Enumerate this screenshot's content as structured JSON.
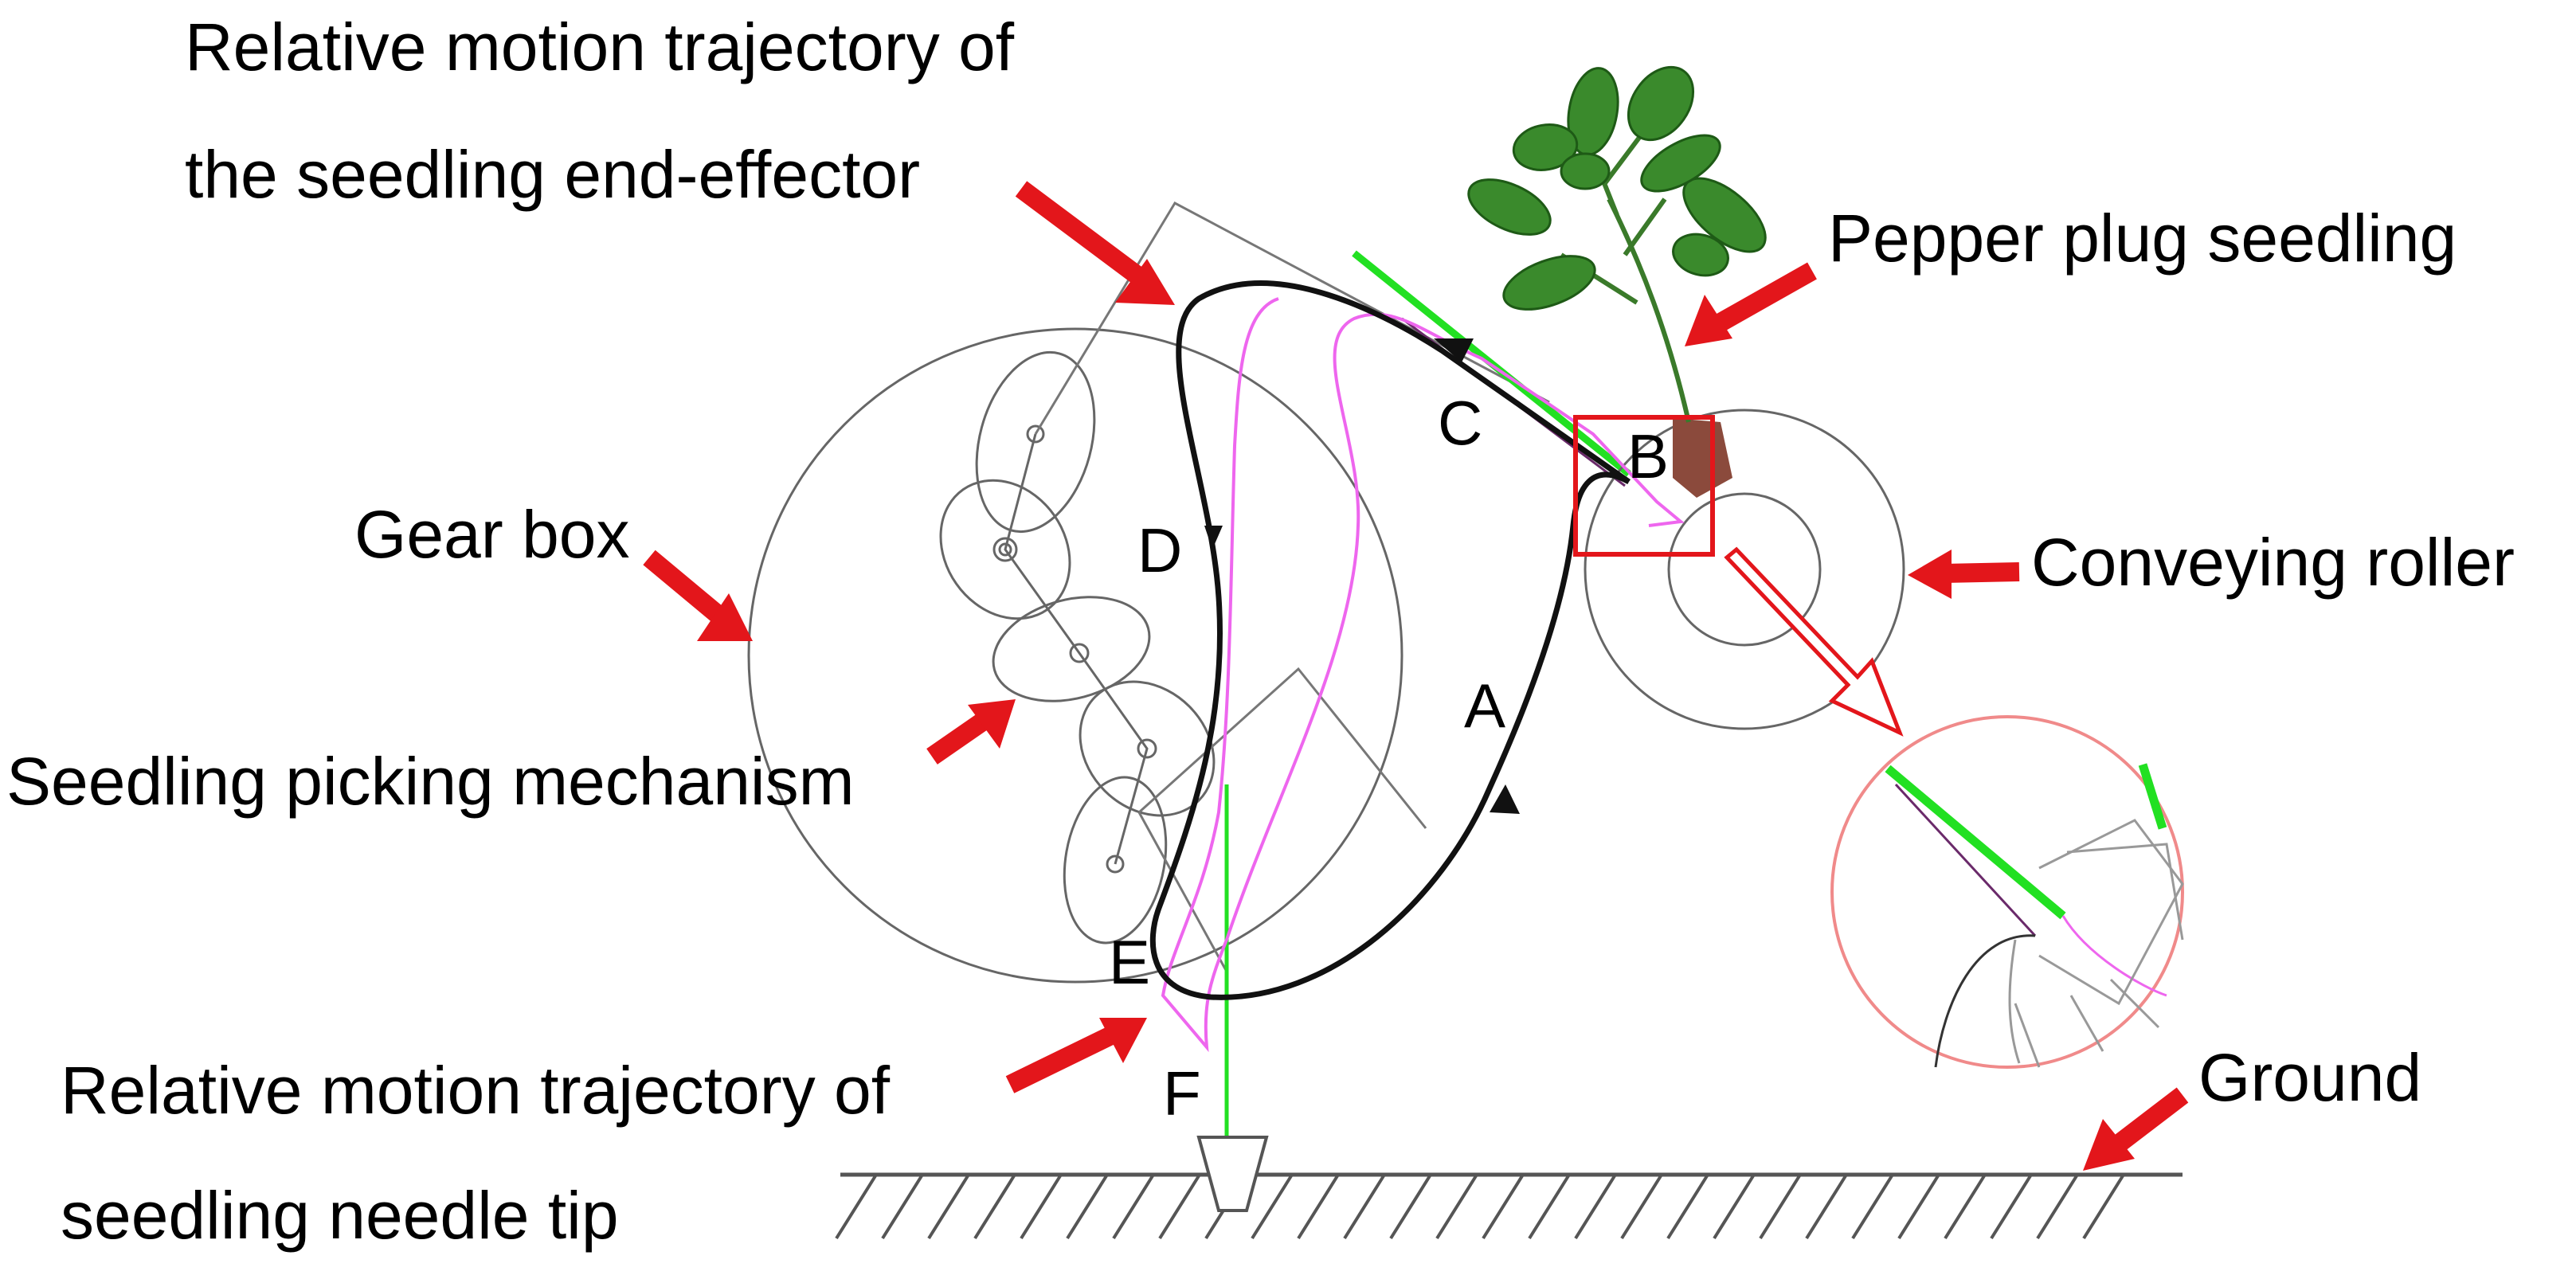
{
  "labels": {
    "end_effector_line1": "Relative motion trajectory of",
    "end_effector_line2": "the seedling end-effector",
    "pepper_seedling": "Pepper plug seedling",
    "gear_box": "Gear box",
    "conveying_roller": "Conveying roller",
    "picking_mechanism": "Seedling picking mechanism",
    "needle_tip_line1": "Relative motion trajectory of",
    "needle_tip_line2": "seedling needle tip",
    "ground": "Ground"
  },
  "points": {
    "A": "A",
    "B": "B",
    "C": "C",
    "D": "D",
    "E": "E",
    "F": "F"
  },
  "colors": {
    "arrow_red": "#e3161b",
    "trajectory_end_effector": "#111111",
    "trajectory_needle_tip": "#ee66ee",
    "guide_green": "#22e022",
    "outline_gray": "#666666",
    "soil_brown": "#8b4a3c",
    "leaf_green": "#3a8a2c",
    "zoom_circle": "#f08a8a"
  }
}
